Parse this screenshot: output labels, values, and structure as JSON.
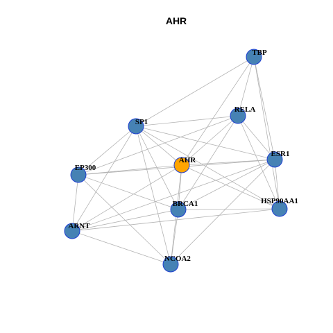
{
  "graph": {
    "title": "AHR",
    "colors": {
      "center_node": "#FFA500",
      "neighbor_node": "#4682B4",
      "node_border": "#1F3FD1",
      "edge": "#B3B3B3"
    },
    "nodes": [
      {
        "id": "AHR",
        "label": "AHR",
        "is_center": true
      },
      {
        "id": "TBP",
        "label": "TBP",
        "is_center": false
      },
      {
        "id": "RELA",
        "label": "RELA",
        "is_center": false
      },
      {
        "id": "SP1",
        "label": "SP1",
        "is_center": false
      },
      {
        "id": "ESR1",
        "label": "ESR1",
        "is_center": false
      },
      {
        "id": "EP300",
        "label": "EP300",
        "is_center": false
      },
      {
        "id": "BRCA1",
        "label": "BRCA1",
        "is_center": false
      },
      {
        "id": "HSP90AA1",
        "label": "HSP90AA1",
        "is_center": false
      },
      {
        "id": "ARNT",
        "label": "ARNT",
        "is_center": false
      },
      {
        "id": "NCOA2",
        "label": "NCOA2",
        "is_center": false
      }
    ],
    "edges": [
      [
        "TBP",
        "SP1"
      ],
      [
        "TBP",
        "RELA"
      ],
      [
        "TBP",
        "ESR1"
      ],
      [
        "TBP",
        "AHR"
      ],
      [
        "TBP",
        "HSP90AA1"
      ],
      [
        "SP1",
        "RELA"
      ],
      [
        "SP1",
        "EP300"
      ],
      [
        "SP1",
        "AHR"
      ],
      [
        "SP1",
        "ESR1"
      ],
      [
        "SP1",
        "BRCA1"
      ],
      [
        "SP1",
        "ARNT"
      ],
      [
        "SP1",
        "NCOA2"
      ],
      [
        "SP1",
        "HSP90AA1"
      ],
      [
        "RELA",
        "EP300"
      ],
      [
        "RELA",
        "AHR"
      ],
      [
        "RELA",
        "ESR1"
      ],
      [
        "RELA",
        "BRCA1"
      ],
      [
        "RELA",
        "HSP90AA1"
      ],
      [
        "EP300",
        "AHR"
      ],
      [
        "EP300",
        "ESR1"
      ],
      [
        "EP300",
        "BRCA1"
      ],
      [
        "EP300",
        "ARNT"
      ],
      [
        "EP300",
        "NCOA2"
      ],
      [
        "AHR",
        "ESR1"
      ],
      [
        "AHR",
        "BRCA1"
      ],
      [
        "AHR",
        "ARNT"
      ],
      [
        "AHR",
        "NCOA2"
      ],
      [
        "AHR",
        "HSP90AA1"
      ],
      [
        "ESR1",
        "BRCA1"
      ],
      [
        "ESR1",
        "HSP90AA1"
      ],
      [
        "ESR1",
        "ARNT"
      ],
      [
        "ESR1",
        "NCOA2"
      ],
      [
        "BRCA1",
        "HSP90AA1"
      ],
      [
        "BRCA1",
        "ARNT"
      ],
      [
        "BRCA1",
        "NCOA2"
      ],
      [
        "HSP90AA1",
        "ARNT"
      ],
      [
        "ARNT",
        "NCOA2"
      ]
    ]
  }
}
